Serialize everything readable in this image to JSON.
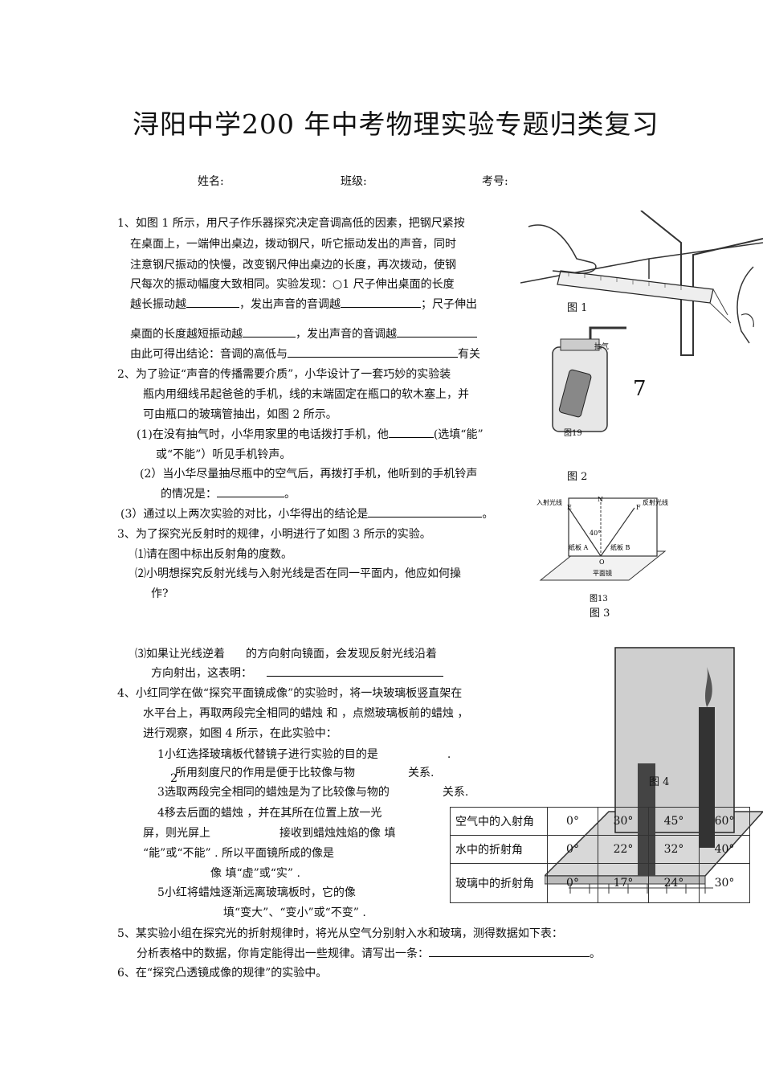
{
  "title": "浔阳中学200  年中考物理实验专题归类复习",
  "header": {
    "name": "姓名:",
    "class": "班级:",
    "number": "考号:"
  },
  "q1": {
    "l1": "1、如图 1 所示，用尺子作乐器探究决定音调高低的因素，把钢尺紧按",
    "l2": "在桌面上，一端伸出桌边，拨动钢尺，听它振动发出的声音，同时",
    "l3": "注意钢尺振动的快慢，改变钢尺伸出桌边的长度，再次拨动，使钢",
    "l4": "尺每次的振动幅度大致相同。实验发现：○1 尺子伸出桌面的长度",
    "l5a": "越长振动越",
    "l5b": "，发出声音的音调越",
    "l5c": "；尺子伸出",
    "l6a": "桌面的长度越短振动越",
    "l6b": "，发出声音的音调越",
    "l7a": "由此可得出结论：音调的高低与",
    "l7b": "有关"
  },
  "q2": {
    "l1": "2、为了验证“声音的传播需要介质”，小华设计了一套巧妙的实验装",
    "l2": "瓶内用细线吊起爸爸的手机，线的末端固定在瓶口的软木塞上，并",
    "l3": "可由瓶口的玻璃管抽出，如图 2 所示。",
    "p1a": "(1)在没有抽气时，小华用家里的电话拨打手机，他",
    "p1b": "(选填“能”",
    "p1c": "或“不能”）听见手机铃声。",
    "p2a": "(2）当小华尽量抽尽瓶中的空气后，再拨打手机，他听到的手机铃声",
    "p2b": "的情况是：",
    "p2c": "。",
    "p3a": "(3）通过以上两次实验的对比，小华得出的结论是",
    "p3b": "。"
  },
  "q3": {
    "l1": "3、为了探究光反射时的规律，小明进行了如图 3 所示的实验。",
    "s1": "⑴请在图中标出反射角的度数。",
    "s2a": "⑵小明想探究反射光线与入射光线是否在同一平面内，他应如何操",
    "s2b": "作?",
    "s3a": "⑶如果让光线逆着",
    "s3b": "的方向射向镜面，会发现反射光线沿着",
    "s3c": "方向射出，这表明：",
    "s3d": "。"
  },
  "q4": {
    "l1": "4、小红同学在做“探究平面镜成像”的实验时，将一块玻璃板竖直架在",
    "l2": "水平台上，再取两段完全相同的蜡烛   和   ，点燃玻璃板前的蜡烛   ，",
    "l3": "进行观察，如图 4 所示，在此实验中：",
    "i1": "1小红选择玻璃板代替镜子进行实验的目的是",
    "i1e": ".",
    "i2": "所用刻度尺的作用是便于比较像与物",
    "i2e": "关系.",
    "i2n": "2",
    "i3": "3选取两段完全相同的蜡烛是为了比较像与物的",
    "i3e": "关系.",
    "i4a": "4移去后面的蜡烛   ，并在其所在位置上放一光",
    "i4b": "屏，则光屏上",
    "i4c": "接收到蜡烛烛焰的像  填",
    "i4d": "“能”或“不能”  . 所以平面镜所成的像是",
    "i4e": "像  填“虚”或“实”  .",
    "i5a": "5小红将蜡烛逐渐远离玻璃板时，它的像",
    "i5b": "填“变大”、“变小”或“不变”  ."
  },
  "q5": {
    "l1": "5、某实验小组在探究光的折射规律时，将光从空气分别射入水和玻璃，测得数据如下表：",
    "l2": "分析表格中的数据，你肯定能得出一些规律。请写出一条：",
    "l2e": "。"
  },
  "q6": {
    "l1": "6、在“探究凸透镜成像的规律”的实验中。"
  },
  "table": {
    "rows": [
      {
        "label": "空气中的入射角",
        "values": [
          "0°",
          "30°",
          "45°",
          "60°"
        ]
      },
      {
        "label": "水中的折射角",
        "values": [
          "0°",
          "22°",
          "32°",
          "40°"
        ]
      },
      {
        "label": "玻璃中的折射角",
        "values": [
          "0°",
          "17°",
          "24°",
          "30°"
        ]
      }
    ]
  },
  "figures": {
    "fig1": "图 1",
    "fig2": "图 2",
    "fig2_inner": "图19",
    "fig2_label": "抽气",
    "fig2_num": "7",
    "fig3": "图 3",
    "fig3_inner": "图13",
    "fig3_labels": {
      "in": "入射光线",
      "out": "反射光线",
      "E": "E",
      "N": "N",
      "F": "F",
      "angle": "40°",
      "A": "纸板 A",
      "B": "纸板 B",
      "O": "O",
      "mirror": "平面镜"
    },
    "fig4": "图 4"
  }
}
